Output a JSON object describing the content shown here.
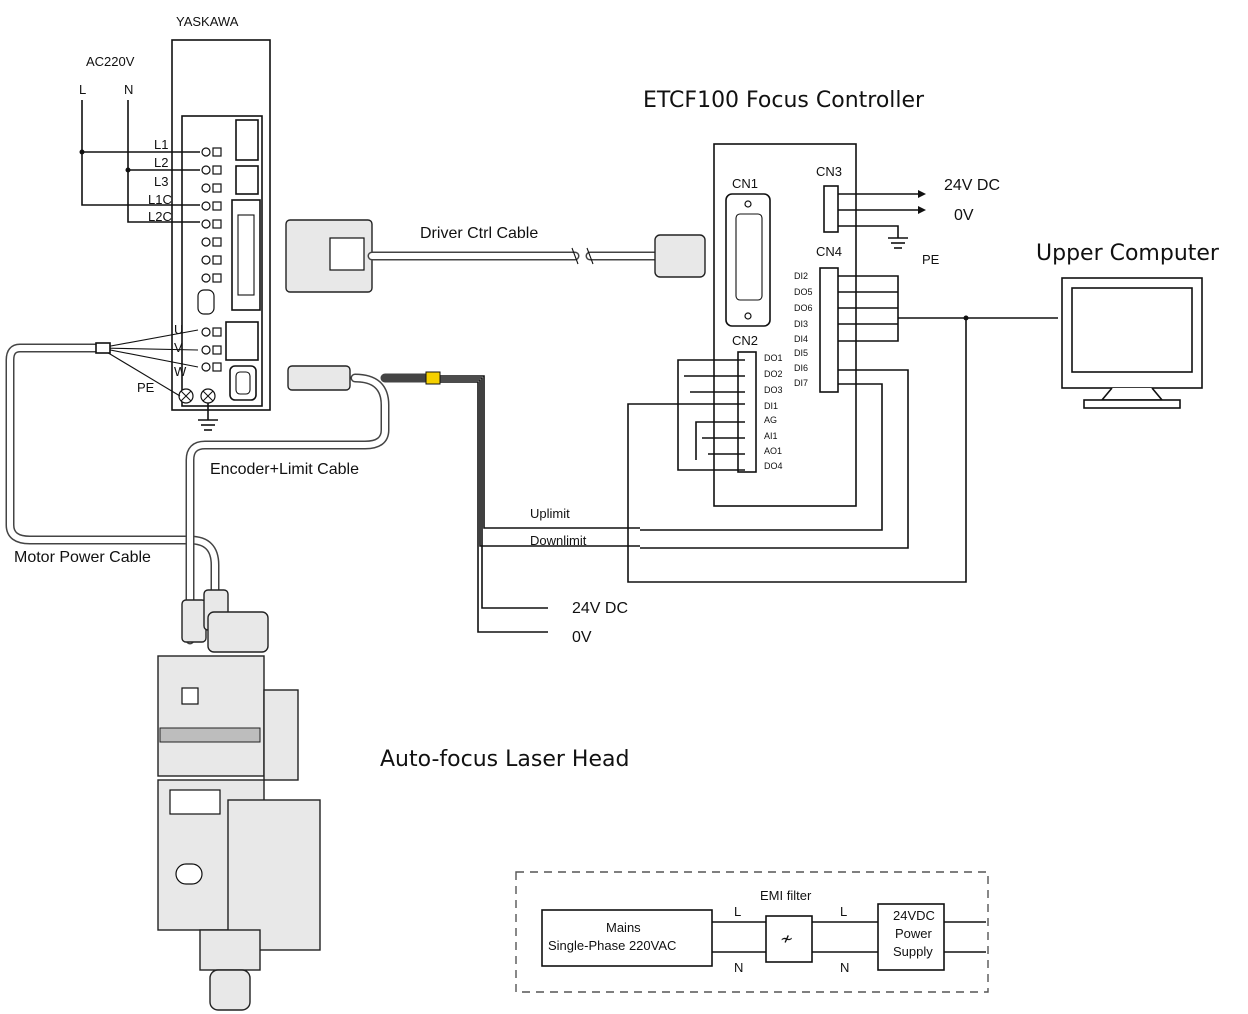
{
  "labels": {
    "yaskawa": "YASKAWA",
    "ac_supply": "AC220V",
    "line_l": "L",
    "line_n": "N",
    "terminals": [
      "L1",
      "L2",
      "L3",
      "L1C",
      "L2C"
    ],
    "motor_terminals": [
      "U",
      "V",
      "W"
    ],
    "pe_driver": "PE",
    "controller_title": "ETCF100 Focus Controller",
    "cn1": "CN1",
    "cn2": "CN2",
    "cn3": "CN3",
    "cn4": "CN4",
    "cn2_pins": [
      "DO1",
      "DO2",
      "DO3",
      "DI1",
      "AG",
      "AI1",
      "AO1",
      "DO4"
    ],
    "cn4_pins": [
      "DI2",
      "DO5",
      "DO6",
      "DI3",
      "DI4",
      "DI5",
      "DI6",
      "DI7"
    ],
    "cn3_24v": "24V DC",
    "cn3_0v": "0V",
    "pe_controller": "PE",
    "upper_computer": "Upper Computer",
    "driver_ctrl_cable": "Driver Ctrl Cable",
    "encoder_cable": "Encoder+Limit Cable",
    "motor_power_cable": "Motor Power Cable",
    "uplimit": "Uplimit",
    "downlimit": "Downlimit",
    "supply_24v": "24V DC",
    "supply_0v": "0V",
    "laser_head": "Auto-focus Laser Head",
    "emi_filter": "EMI filter",
    "mains_line1": "Mains",
    "mains_line2": "Single-Phase 220VAC",
    "psu_line1": "24VDC",
    "psu_line2": "Power",
    "psu_line3": "Supply",
    "emi_l_in": "L",
    "emi_n_in": "N",
    "emi_l_out": "L",
    "emi_n_out": "N"
  }
}
